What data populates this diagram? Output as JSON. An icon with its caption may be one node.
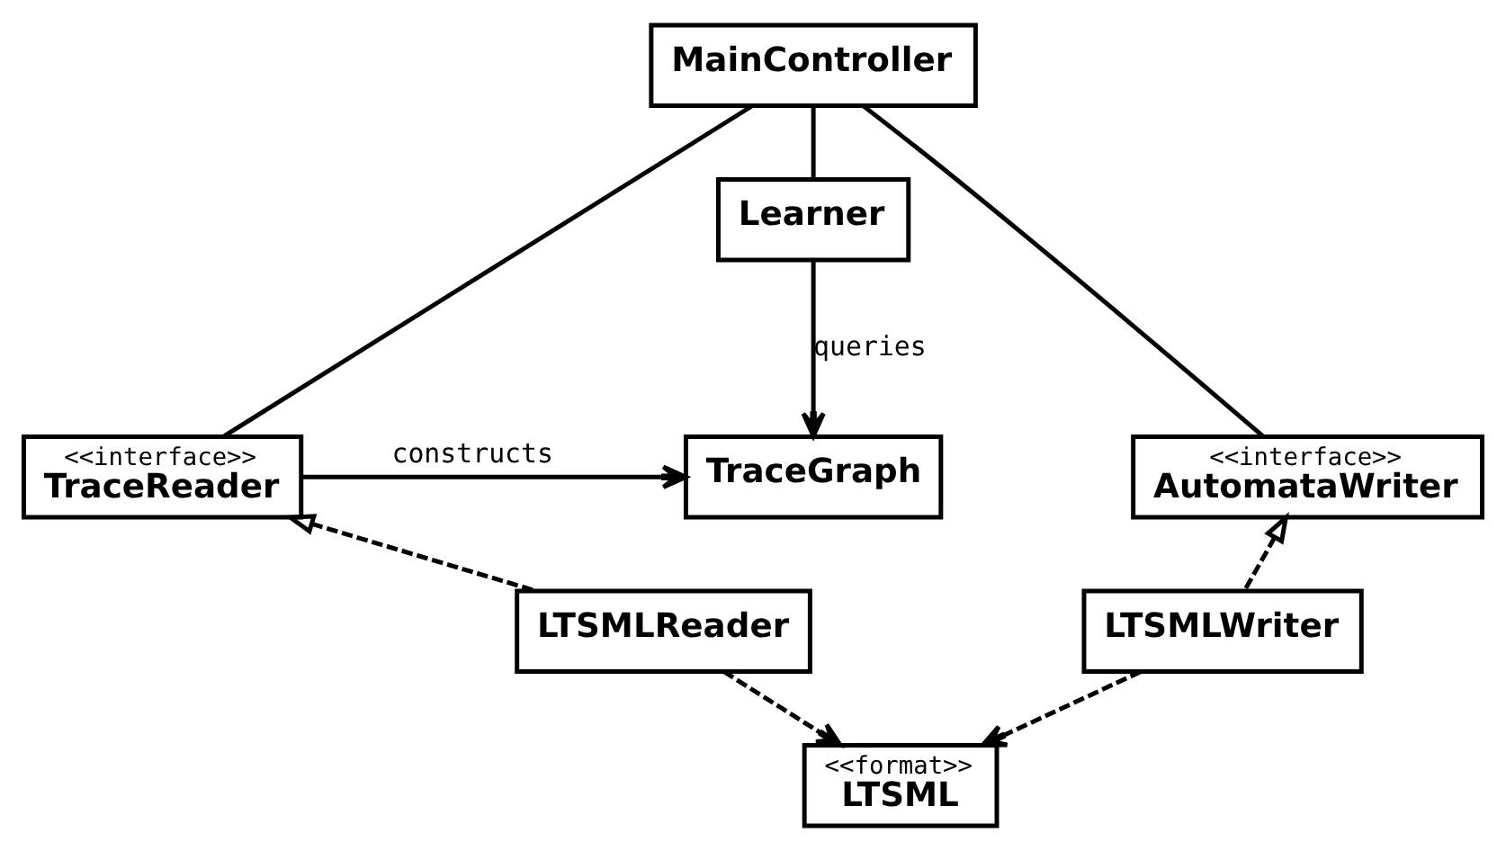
{
  "diagram": {
    "nodes": [
      {
        "text": [
          "MainController"
        ]
      },
      {
        "text": [
          "Learner"
        ]
      },
      {
        "text": [
          "<<interface>>",
          "TraceReader"
        ]
      },
      {
        "text": [
          "TraceGraph"
        ]
      },
      {
        "text": [
          "<<interface>>",
          "AutomataWriter"
        ]
      },
      {
        "text": [
          "LTSMLReader"
        ]
      },
      {
        "text": [
          "<<format>>",
          "LTSML"
        ]
      },
      {
        "text": [
          "LTSMLWriter"
        ]
      }
    ],
    "edges": [
      {
        "from": 0,
        "to": 1,
        "arrow": "none"
      },
      {
        "from": 0,
        "to": 2,
        "arrow": "none"
      },
      {
        "from": 0,
        "to": 4,
        "arrow": "none"
      },
      {
        "from": 1,
        "to": 3,
        "arrow": "to",
        "label": "queries"
      },
      {
        "from": 2,
        "to": 3,
        "arrow": "to",
        "label": "constructs"
      },
      {
        "from": 5,
        "to": 2,
        "arrow": "to",
        "style": "dashed"
      },
      {
        "from": 7,
        "to": 4,
        "arrow": "to",
        "style": "dashed"
      },
      {
        "from": 5,
        "to": 6,
        "arrow": "to",
        "style": "dashed"
      },
      {
        "from": 7,
        "to": 6,
        "arrow": "to",
        "style": "dashed"
      }
    ]
  }
}
